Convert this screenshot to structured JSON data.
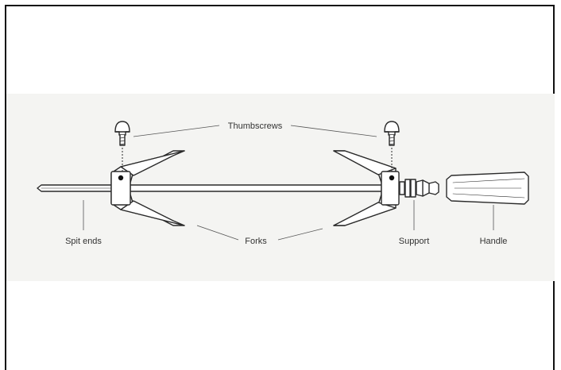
{
  "labels": {
    "thumbscrews": "Thumbscrews",
    "spit_ends": "Spit ends",
    "forks": "Forks",
    "support": "Support",
    "handle": "Handle"
  },
  "colors": {
    "line": "#2a2a2a",
    "band": "#f4f4f2",
    "frame": "#111111",
    "text": "#333333"
  }
}
